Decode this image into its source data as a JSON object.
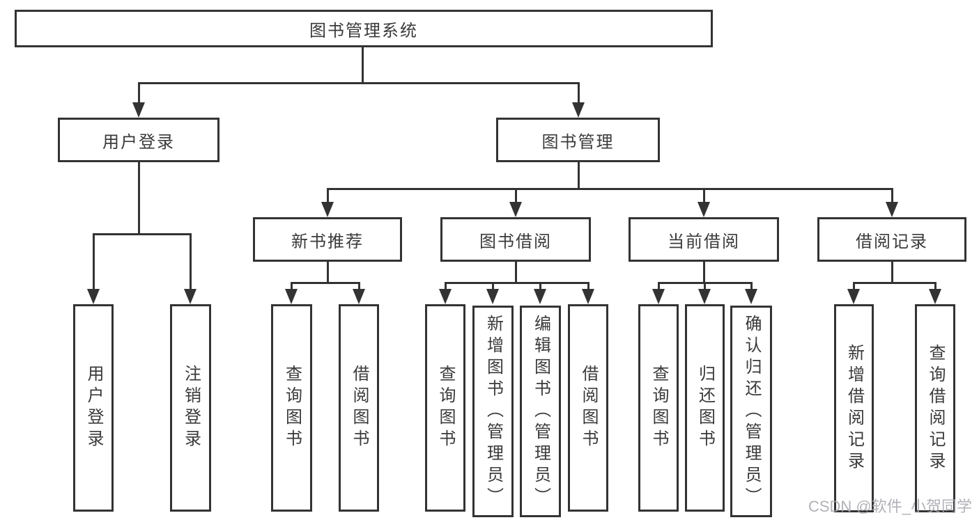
{
  "tree": {
    "label": "图书管理系统",
    "children": [
      {
        "label": "用户登录",
        "children": [
          {
            "label": "用户登录"
          },
          {
            "label": "注销登录"
          }
        ]
      },
      {
        "label": "图书管理",
        "children": [
          {
            "label": "新书推荐",
            "children": [
              {
                "label": "查询图书"
              },
              {
                "label": "借阅图书"
              }
            ]
          },
          {
            "label": "图书借阅",
            "children": [
              {
                "label": "查询图书"
              },
              {
                "label": "新增图书（管理员）"
              },
              {
                "label": "编辑图书（管理员）"
              },
              {
                "label": "借阅图书"
              }
            ]
          },
          {
            "label": "当前借阅",
            "children": [
              {
                "label": "查询图书"
              },
              {
                "label": "归还图书"
              },
              {
                "label": "确认归还（管理员）"
              }
            ]
          },
          {
            "label": "借阅记录",
            "children": [
              {
                "label": "新增借阅记录"
              },
              {
                "label": "查询借阅记录"
              }
            ]
          }
        ]
      }
    ]
  },
  "colors": {
    "line": "#333333",
    "text": "#3a3a3a",
    "watermark": "#a8a8b0"
  },
  "watermark": "CSDN @软件_小贺同学"
}
